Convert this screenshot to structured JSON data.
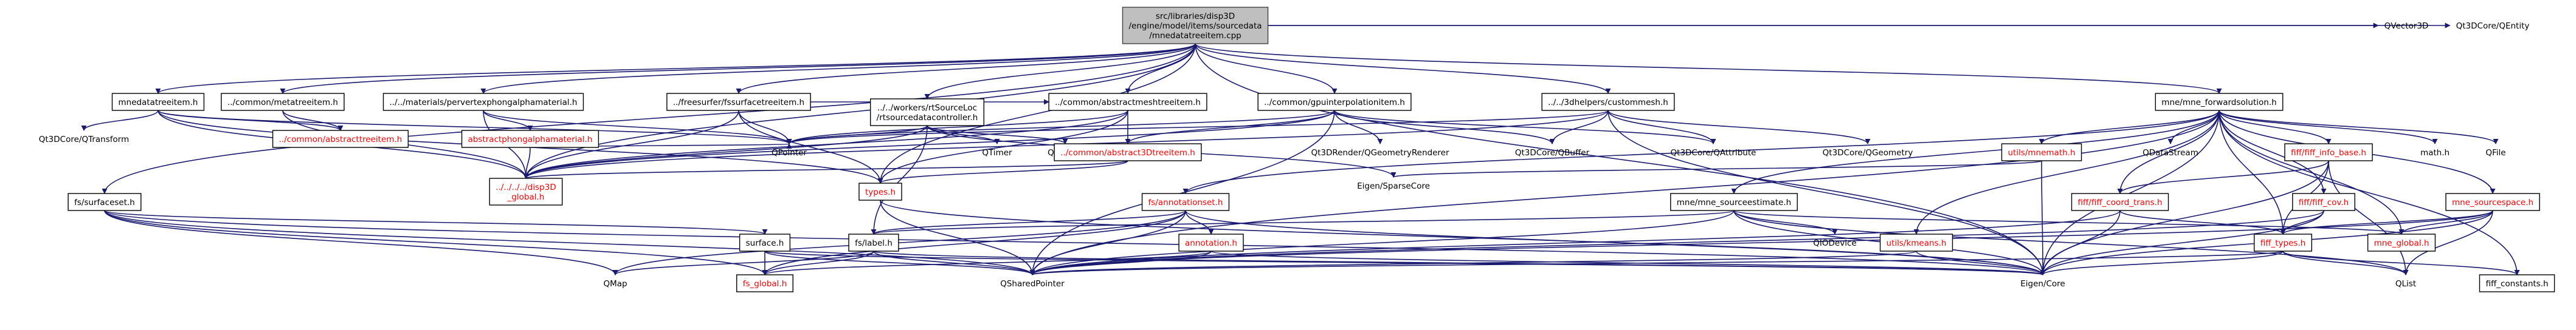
{
  "graph": {
    "nodes": [
      {
        "id": "root",
        "lines": [
          "src/libraries/disp3D",
          "/engine/model/items/sourcedata",
          "/mnedatatreeitem.cpp"
        ],
        "kind": "root"
      },
      {
        "id": "mnedatatreeitem_h",
        "lines": [
          "mnedatatreeitem.h"
        ],
        "kind": "black"
      },
      {
        "id": "metatreeitem_h",
        "lines": [
          "../common/metatreeitem.h"
        ],
        "kind": "black"
      },
      {
        "id": "pervertexphong_h",
        "lines": [
          "../../materials/pervertexphongalphamaterial.h"
        ],
        "kind": "black"
      },
      {
        "id": "freesurfer_h",
        "lines": [
          "../freesurfer/fssurfacetreeitem.h"
        ],
        "kind": "black"
      },
      {
        "id": "rtsourcedata_h",
        "lines": [
          "../../workers/rtSourceLoc",
          "/rtsourcedatacontroller.h"
        ],
        "kind": "black"
      },
      {
        "id": "abstractmeshtreeitem_h",
        "lines": [
          "../common/abstractmeshtreeitem.h"
        ],
        "kind": "black"
      },
      {
        "id": "gpuinterp_h",
        "lines": [
          "../common/gpuinterpolationitem.h"
        ],
        "kind": "black"
      },
      {
        "id": "custommesh_h",
        "lines": [
          "../../3dhelpers/custommesh.h"
        ],
        "kind": "black"
      },
      {
        "id": "mne_forwardsolution_h",
        "lines": [
          "mne/mne_forwardsolution.h"
        ],
        "kind": "black"
      },
      {
        "id": "QVector3D",
        "lines": [
          "QVector3D"
        ],
        "kind": "plain"
      },
      {
        "id": "QEntity",
        "lines": [
          "Qt3DCore/QEntity"
        ],
        "kind": "plain"
      },
      {
        "id": "QTransform",
        "lines": [
          "Qt3DCore/QTransform"
        ],
        "kind": "plain"
      },
      {
        "id": "abstracttreeitem_h",
        "lines": [
          "../common/abstracttreeitem.h"
        ],
        "kind": "red"
      },
      {
        "id": "abstractphong_h",
        "lines": [
          "abstractphongalphamaterial.h"
        ],
        "kind": "red"
      },
      {
        "id": "QPointer",
        "lines": [
          "QPointer"
        ],
        "kind": "plain"
      },
      {
        "id": "QTimer",
        "lines": [
          "QTimer"
        ],
        "kind": "plain"
      },
      {
        "id": "QThread",
        "lines": [
          "QThread"
        ],
        "kind": "plain"
      },
      {
        "id": "abstract3Dtreeitem_h",
        "lines": [
          "../common/abstract3Dtreeitem.h"
        ],
        "kind": "red"
      },
      {
        "id": "QGeometryRenderer",
        "lines": [
          "Qt3DRender/QGeometryRenderer"
        ],
        "kind": "plain"
      },
      {
        "id": "QBuffer",
        "lines": [
          "Qt3DCore/QBuffer"
        ],
        "kind": "plain"
      },
      {
        "id": "QAttribute",
        "lines": [
          "Qt3DCore/QAttribute"
        ],
        "kind": "plain"
      },
      {
        "id": "QGeometry",
        "lines": [
          "Qt3DCore/QGeometry"
        ],
        "kind": "plain"
      },
      {
        "id": "utils_mnemath_h",
        "lines": [
          "utils/mnemath.h"
        ],
        "kind": "red"
      },
      {
        "id": "QDataStream",
        "lines": [
          "QDataStream"
        ],
        "kind": "plain"
      },
      {
        "id": "fiff_info_base_h",
        "lines": [
          "fiff/fiff_info_base.h"
        ],
        "kind": "red"
      },
      {
        "id": "math_h",
        "lines": [
          "math.h"
        ],
        "kind": "plain"
      },
      {
        "id": "QFile",
        "lines": [
          "QFile"
        ],
        "kind": "plain"
      },
      {
        "id": "disp3d_global_h",
        "lines": [
          "../../../../disp3D",
          "_global.h"
        ],
        "kind": "red"
      },
      {
        "id": "types_h",
        "lines": [
          "types.h"
        ],
        "kind": "red"
      },
      {
        "id": "annotationset_h",
        "lines": [
          "fs/annotationset.h"
        ],
        "kind": "red"
      },
      {
        "id": "eigen_sparse",
        "lines": [
          "Eigen/SparseCore"
        ],
        "kind": "plain"
      },
      {
        "id": "fiff_coord_trans_h",
        "lines": [
          "fiff/fiff_coord_trans.h"
        ],
        "kind": "red"
      },
      {
        "id": "fiff_cov_h",
        "lines": [
          "fiff/fiff_cov.h"
        ],
        "kind": "red"
      },
      {
        "id": "mne_sourcespace_h",
        "lines": [
          "mne_sourcespace.h"
        ],
        "kind": "red"
      },
      {
        "id": "mne_sourceestimate_h",
        "lines": [
          "mne/mne_sourceestimate.h"
        ],
        "kind": "black"
      },
      {
        "id": "surfaceset_h",
        "lines": [
          "fs/surfaceset.h"
        ],
        "kind": "black"
      },
      {
        "id": "surface_h",
        "lines": [
          "surface.h"
        ],
        "kind": "black"
      },
      {
        "id": "label_h",
        "lines": [
          "fs/label.h"
        ],
        "kind": "black"
      },
      {
        "id": "annotation_h",
        "lines": [
          "annotation.h"
        ],
        "kind": "red"
      },
      {
        "id": "utils_kmeans_h",
        "lines": [
          "utils/kmeans.h"
        ],
        "kind": "red"
      },
      {
        "id": "QIODevice",
        "lines": [
          "QIODevice"
        ],
        "kind": "plain"
      },
      {
        "id": "fiff_types_h",
        "lines": [
          "fiff_types.h"
        ],
        "kind": "red"
      },
      {
        "id": "mne_global_h",
        "lines": [
          "mne_global.h"
        ],
        "kind": "red"
      },
      {
        "id": "QMap",
        "lines": [
          "QMap"
        ],
        "kind": "plain"
      },
      {
        "id": "fs_global_h",
        "lines": [
          "fs_global.h"
        ],
        "kind": "red"
      },
      {
        "id": "QSharedPointer",
        "lines": [
          "QSharedPointer"
        ],
        "kind": "plain"
      },
      {
        "id": "eigen_core",
        "lines": [
          "Eigen/Core"
        ],
        "kind": "plain"
      },
      {
        "id": "QList",
        "lines": [
          "QList"
        ],
        "kind": "plain"
      },
      {
        "id": "fiff_constants_h",
        "lines": [
          "fiff_constants.h"
        ],
        "kind": "black"
      }
    ],
    "edges": [
      [
        "root",
        "mnedatatreeitem_h"
      ],
      [
        "root",
        "metatreeitem_h"
      ],
      [
        "root",
        "pervertexphong_h"
      ],
      [
        "root",
        "freesurfer_h"
      ],
      [
        "root",
        "rtsourcedata_h"
      ],
      [
        "root",
        "abstractmeshtreeitem_h"
      ],
      [
        "root",
        "gpuinterp_h"
      ],
      [
        "root",
        "custommesh_h"
      ],
      [
        "root",
        "mne_forwardsolution_h"
      ],
      [
        "root",
        "QVector3D"
      ],
      [
        "root",
        "QEntity"
      ],
      [
        "root",
        "surfaceset_h"
      ],
      [
        "root",
        "eigen_core"
      ],
      [
        "root",
        "types_h"
      ],
      [
        "root",
        "disp3d_global_h"
      ],
      [
        "mnedatatreeitem_h",
        "QTransform"
      ],
      [
        "mnedatatreeitem_h",
        "abstracttreeitem_h"
      ],
      [
        "mnedatatreeitem_h",
        "disp3d_global_h"
      ],
      [
        "mnedatatreeitem_h",
        "QPointer"
      ],
      [
        "mnedatatreeitem_h",
        "types_h"
      ],
      [
        "metatreeitem_h",
        "abstracttreeitem_h"
      ],
      [
        "metatreeitem_h",
        "disp3d_global_h"
      ],
      [
        "pervertexphong_h",
        "abstractphong_h"
      ],
      [
        "pervertexphong_h",
        "disp3d_global_h"
      ],
      [
        "pervertexphong_h",
        "QPointer"
      ],
      [
        "abstractphong_h",
        "disp3d_global_h"
      ],
      [
        "abstractphong_h",
        "QPointer"
      ],
      [
        "freesurfer_h",
        "abstractmeshtreeitem_h"
      ],
      [
        "freesurfer_h",
        "disp3d_global_h"
      ],
      [
        "freesurfer_h",
        "QPointer"
      ],
      [
        "freesurfer_h",
        "types_h"
      ],
      [
        "rtsourcedata_h",
        "QTimer"
      ],
      [
        "rtsourcedata_h",
        "QThread"
      ],
      [
        "rtsourcedata_h",
        "QPointer"
      ],
      [
        "rtsourcedata_h",
        "disp3d_global_h"
      ],
      [
        "rtsourcedata_h",
        "eigen_sparse"
      ],
      [
        "rtsourcedata_h",
        "label_h"
      ],
      [
        "abstractmeshtreeitem_h",
        "abstract3Dtreeitem_h"
      ],
      [
        "abstractmeshtreeitem_h",
        "disp3d_global_h"
      ],
      [
        "abstractmeshtreeitem_h",
        "QPointer"
      ],
      [
        "abstractmeshtreeitem_h",
        "types_h"
      ],
      [
        "abstract3Dtreeitem_h",
        "disp3d_global_h"
      ],
      [
        "abstract3Dtreeitem_h",
        "types_h"
      ],
      [
        "gpuinterp_h",
        "abstract3Dtreeitem_h"
      ],
      [
        "gpuinterp_h",
        "disp3d_global_h"
      ],
      [
        "gpuinterp_h",
        "QPointer"
      ],
      [
        "gpuinterp_h",
        "QGeometryRenderer"
      ],
      [
        "gpuinterp_h",
        "QBuffer"
      ],
      [
        "gpuinterp_h",
        "QAttribute"
      ],
      [
        "gpuinterp_h",
        "QSharedPointer"
      ],
      [
        "custommesh_h",
        "QPointer"
      ],
      [
        "custommesh_h",
        "QBuffer"
      ],
      [
        "custommesh_h",
        "QAttribute"
      ],
      [
        "custommesh_h",
        "QGeometry"
      ],
      [
        "custommesh_h",
        "disp3d_global_h"
      ],
      [
        "custommesh_h",
        "eigen_core"
      ],
      [
        "mne_forwardsolution_h",
        "utils_mnemath_h"
      ],
      [
        "mne_forwardsolution_h",
        "QDataStream"
      ],
      [
        "mne_forwardsolution_h",
        "fiff_info_base_h"
      ],
      [
        "mne_forwardsolution_h",
        "math_h"
      ],
      [
        "mne_forwardsolution_h",
        "QFile"
      ],
      [
        "mne_forwardsolution_h",
        "fiff_coord_trans_h"
      ],
      [
        "mne_forwardsolution_h",
        "fiff_cov_h"
      ],
      [
        "mne_forwardsolution_h",
        "mne_sourcespace_h"
      ],
      [
        "mne_forwardsolution_h",
        "mne_sourceestimate_h"
      ],
      [
        "mne_forwardsolution_h",
        "annotationset_h"
      ],
      [
        "mne_forwardsolution_h",
        "utils_kmeans_h"
      ],
      [
        "mne_forwardsolution_h",
        "fiff_types_h"
      ],
      [
        "mne_forwardsolution_h",
        "mne_global_h"
      ],
      [
        "mne_forwardsolution_h",
        "eigen_core"
      ],
      [
        "mne_forwardsolution_h",
        "QSharedPointer"
      ],
      [
        "mne_forwardsolution_h",
        "fiff_constants_h"
      ],
      [
        "utils_mnemath_h",
        "eigen_sparse"
      ],
      [
        "utils_mnemath_h",
        "eigen_core"
      ],
      [
        "fiff_info_base_h",
        "fiff_coord_trans_h"
      ],
      [
        "fiff_info_base_h",
        "fiff_types_h"
      ],
      [
        "fiff_info_base_h",
        "QList"
      ],
      [
        "fiff_info_base_h",
        "eigen_core"
      ],
      [
        "types_h",
        "eigen_core"
      ],
      [
        "types_h",
        "QSharedPointer"
      ],
      [
        "annotationset_h",
        "annotation_h"
      ],
      [
        "annotationset_h",
        "label_h"
      ],
      [
        "annotationset_h",
        "fs_global_h"
      ],
      [
        "annotationset_h",
        "QSharedPointer"
      ],
      [
        "annotationset_h",
        "QMap"
      ],
      [
        "annotationset_h",
        "eigen_core"
      ],
      [
        "fiff_coord_trans_h",
        "fiff_types_h"
      ],
      [
        "fiff_coord_trans_h",
        "eigen_core"
      ],
      [
        "fiff_coord_trans_h",
        "QSharedPointer"
      ],
      [
        "fiff_cov_h",
        "fiff_types_h"
      ],
      [
        "fiff_cov_h",
        "eigen_core"
      ],
      [
        "fiff_cov_h",
        "QSharedPointer"
      ],
      [
        "mne_sourcespace_h",
        "mne_global_h"
      ],
      [
        "mne_sourcespace_h",
        "fiff_types_h"
      ],
      [
        "mne_sourcespace_h",
        "eigen_core"
      ],
      [
        "mne_sourcespace_h",
        "QList"
      ],
      [
        "mne_sourcespace_h",
        "QSharedPointer"
      ],
      [
        "mne_sourceestimate_h",
        "QIODevice"
      ],
      [
        "mne_sourceestimate_h",
        "eigen_core"
      ],
      [
        "mne_sourceestimate_h",
        "QList"
      ],
      [
        "mne_sourceestimate_h",
        "QSharedPointer"
      ],
      [
        "mne_sourceestimate_h",
        "mne_global_h"
      ],
      [
        "mne_sourceestimate_h",
        "label_h"
      ],
      [
        "surfaceset_h",
        "surface_h"
      ],
      [
        "surfaceset_h",
        "fs_global_h"
      ],
      [
        "surfaceset_h",
        "QSharedPointer"
      ],
      [
        "surfaceset_h",
        "QMap"
      ],
      [
        "surfaceset_h",
        "eigen_core"
      ],
      [
        "surface_h",
        "fs_global_h"
      ],
      [
        "surface_h",
        "QSharedPointer"
      ],
      [
        "surface_h",
        "eigen_core"
      ],
      [
        "label_h",
        "fs_global_h"
      ],
      [
        "label_h",
        "QSharedPointer"
      ],
      [
        "label_h",
        "QMap"
      ],
      [
        "label_h",
        "eigen_core"
      ],
      [
        "annotation_h",
        "fs_global_h"
      ],
      [
        "annotation_h",
        "QSharedPointer"
      ],
      [
        "annotation_h",
        "eigen_core"
      ],
      [
        "utils_kmeans_h",
        "eigen_core"
      ],
      [
        "utils_kmeans_h",
        "QSharedPointer"
      ],
      [
        "fiff_types_h",
        "QList"
      ],
      [
        "fiff_types_h",
        "eigen_core"
      ],
      [
        "fiff_types_h",
        "fiff_constants_h"
      ],
      [
        "fiff_types_h",
        "QSharedPointer"
      ]
    ]
  }
}
